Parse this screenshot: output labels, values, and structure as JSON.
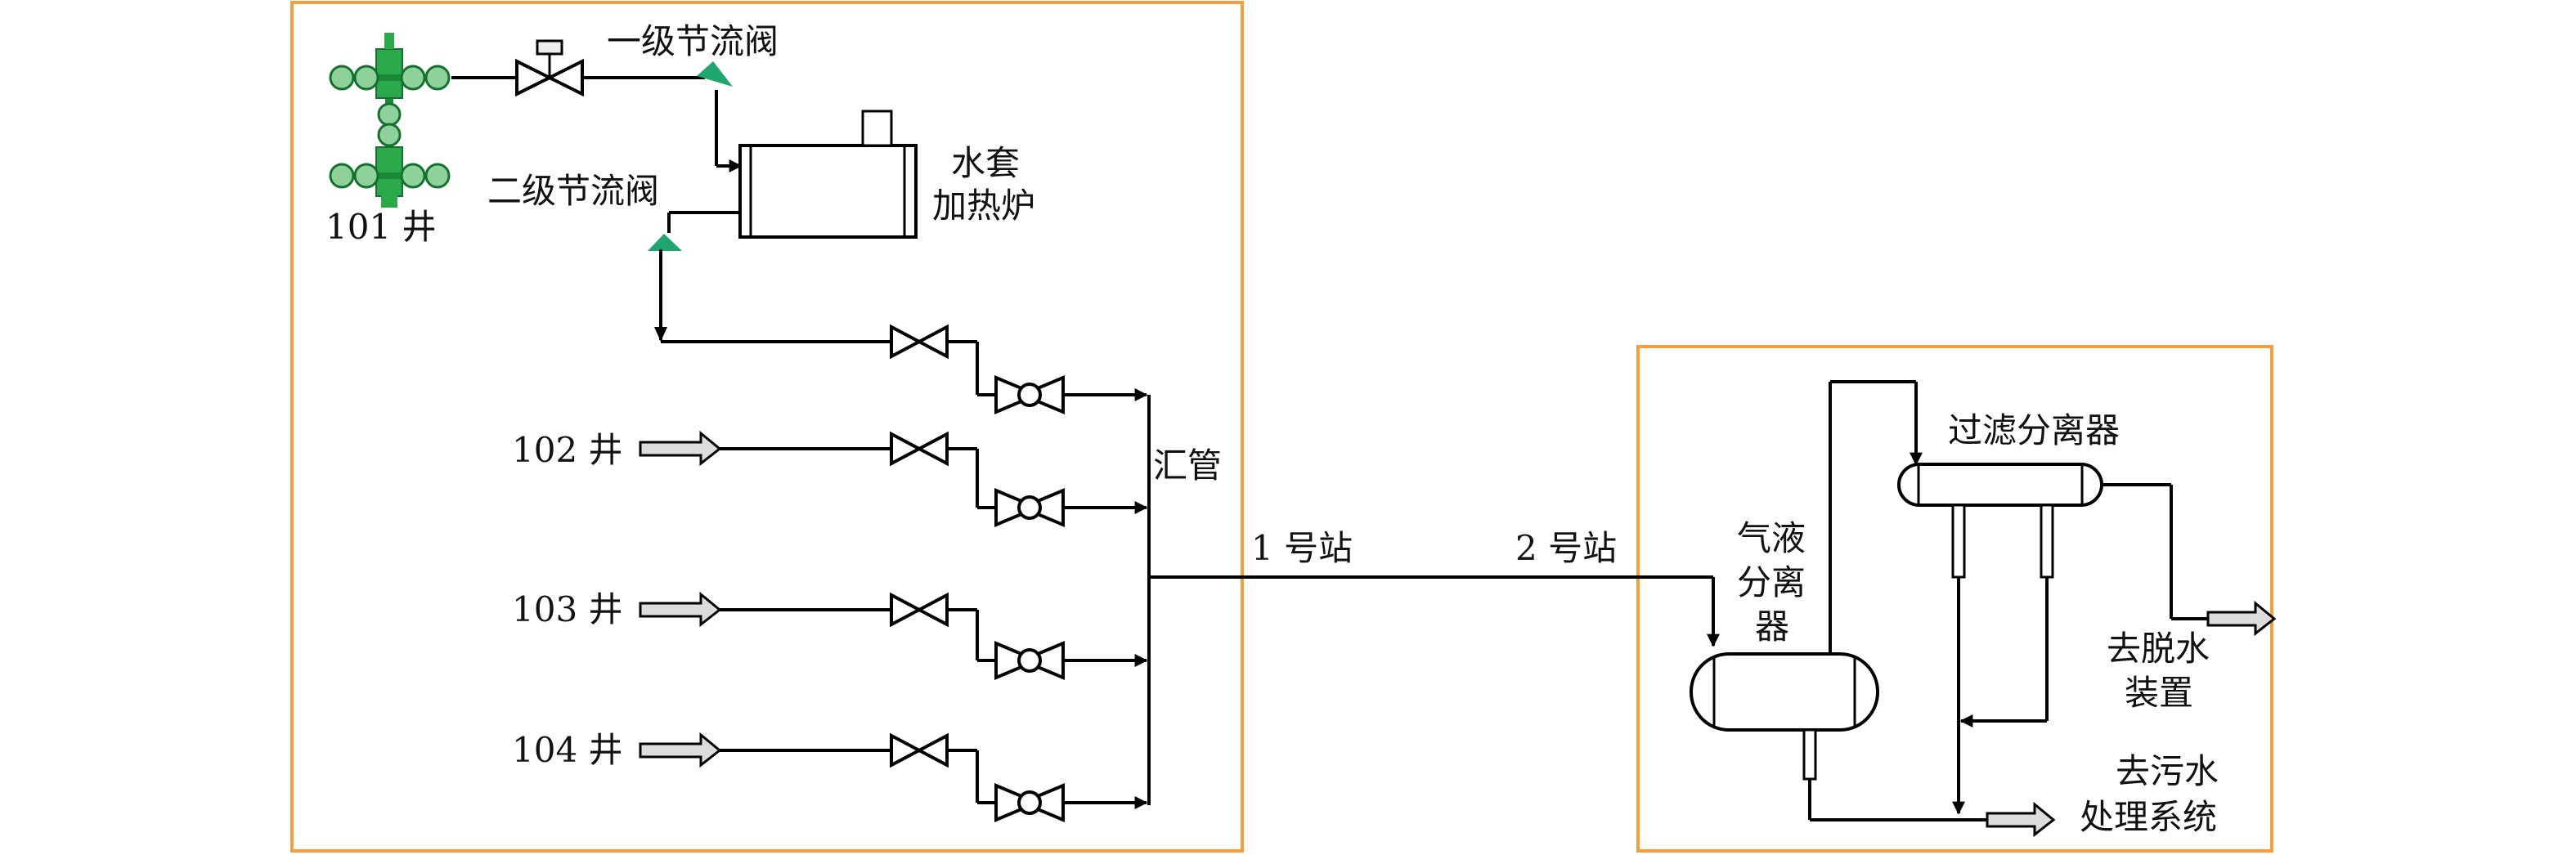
{
  "wells": {
    "w101": "101 井",
    "w102": "102 井",
    "w103": "103 井",
    "w104": "104 井"
  },
  "valves": {
    "first_choke": "一级节流阀",
    "second_choke": "二级节流阀"
  },
  "heater": {
    "line1": "水套",
    "line2": "加热炉"
  },
  "manifold": "汇管",
  "pipeline": {
    "station1": "1 号站",
    "station2": "2 号站"
  },
  "separator_gl": {
    "line1": "气液",
    "line2": "分离",
    "line3": "器"
  },
  "filter_separator": "过滤分离器",
  "outlets": {
    "dehydration_line1": "去脱水",
    "dehydration_line2": "装置",
    "sewage_line1": "去污水",
    "sewage_line2": "处理系统"
  },
  "colors": {
    "frame": "#f0a040",
    "line": "#000000",
    "wellhead": "#2aa84a",
    "choke_arrow": "#1fa56e",
    "outlet_arrow": "#d8d8d8"
  }
}
